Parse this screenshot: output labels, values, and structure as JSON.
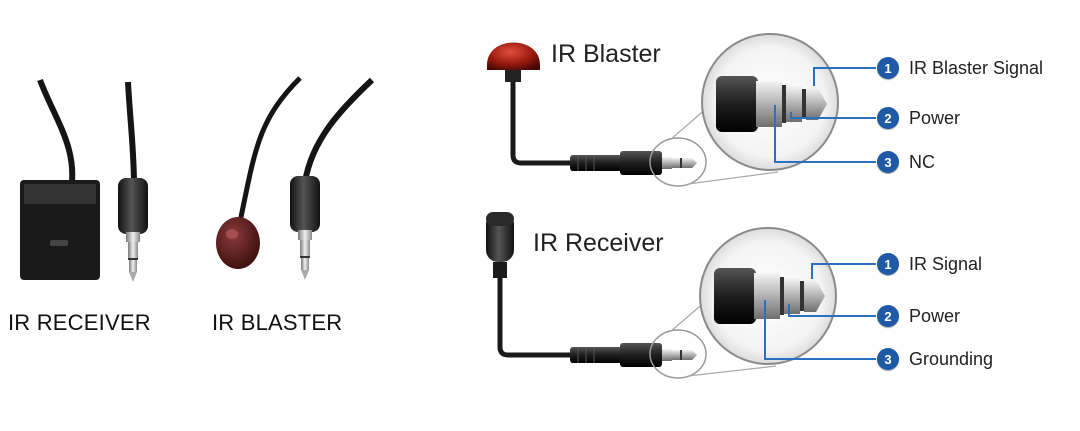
{
  "photos": {
    "receiver_label": "IR RECEIVER",
    "blaster_label": "IR BLASTER"
  },
  "blaster": {
    "title": "IR Blaster",
    "pins": [
      {
        "number": "1",
        "label": "IR Blaster Signal"
      },
      {
        "number": "2",
        "label": "Power"
      },
      {
        "number": "3",
        "label": "NC"
      }
    ]
  },
  "receiver": {
    "title": "IR Receiver",
    "pins": [
      {
        "number": "1",
        "label": "IR Signal"
      },
      {
        "number": "2",
        "label": "Power"
      },
      {
        "number": "3",
        "label": "Grounding"
      }
    ]
  },
  "colors": {
    "pin_badge": "#1f5aa6",
    "leader_line": "#2a6fc0",
    "blaster_head": "#9a1a10",
    "cable": "#1a1a1a"
  },
  "icons": [
    "ir-receiver-photo-icon",
    "ir-blaster-photo-icon",
    "audio-jack-icon"
  ]
}
